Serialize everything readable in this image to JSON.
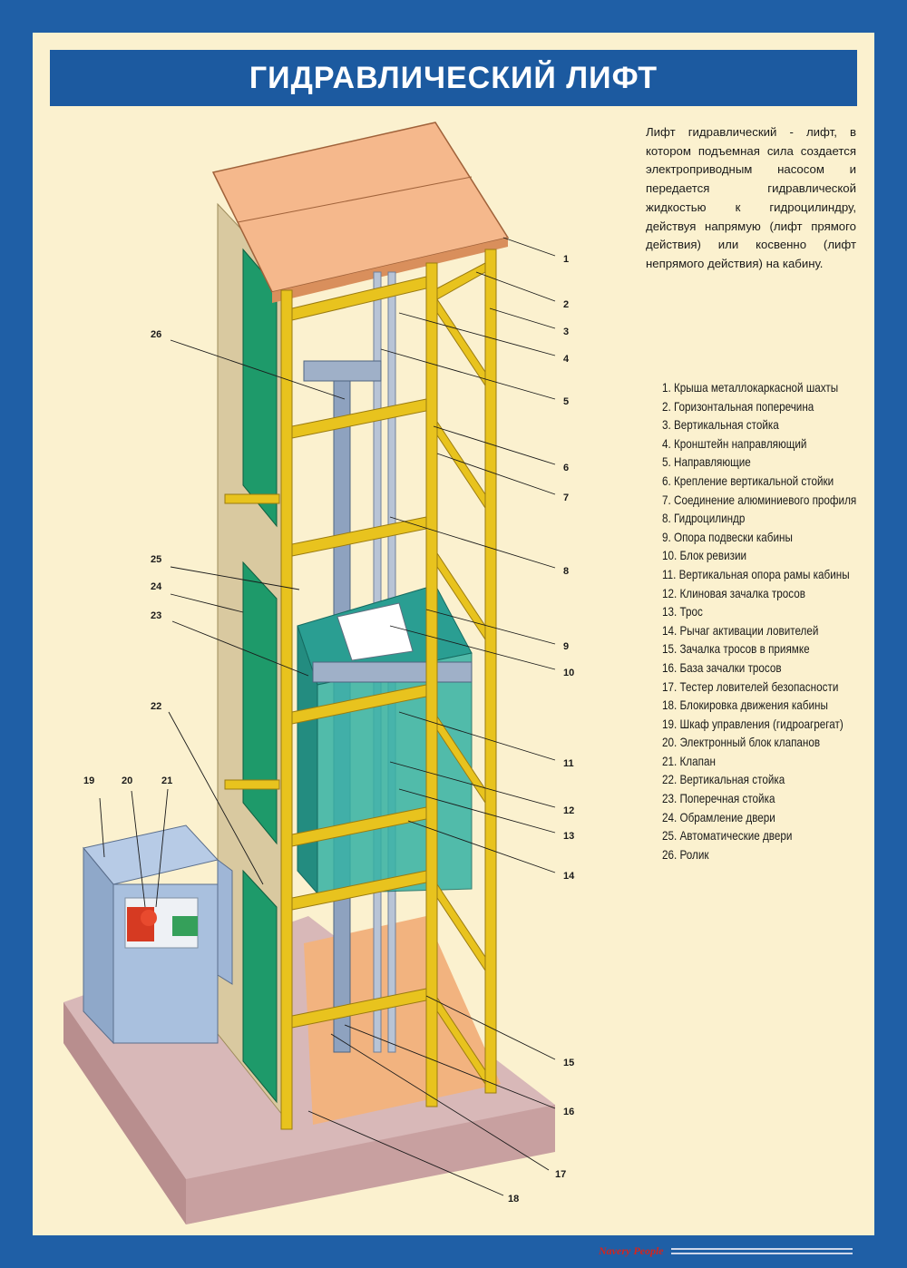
{
  "title": "ГИДРАВЛИЧЕСКИЙ ЛИФТ",
  "intro_text": "Лифт гидравлический - лифт, в котором подъемная сила создается электроприводным насосом и передается гидравлической жидкостью к гидроцилиндру, действуя напрямую (лифт прямого действия) или косвенно (лифт непрямого действия) на кабину.",
  "legend": [
    "1. Крыша металлокаркасной шахты",
    "2. Горизонтальная поперечина",
    "3. Вертикальная стойка",
    "4. Кронштейн направляющий",
    "5. Направляющие",
    "6. Крепление вертикальной стойки",
    "7. Соединение алюминиевого профиля",
    "8. Гидроцилиндр",
    "9. Опора подвески кабины",
    "10. Блок ревизии",
    "11. Вертикальная опора рамы кабины",
    "12. Клиновая зачалка тросов",
    "13. Трос",
    "14. Рычаг активации ловителей",
    "15. Зачалка тросов в приямке",
    "16. База зачалки тросов",
    "17. Тестер ловителей безопасности",
    "18. Блокировка движения кабины",
    "19. Шкаф управления (гидроагрегат)",
    "20. Электронный блок клапанов",
    "21. Клапан",
    "22. Вертикальная стойка",
    "23. Поперечная стойка",
    "24. Обрамление двери",
    "25. Автоматические двери",
    "26. Ролик"
  ],
  "callout_numbers": [
    "1",
    "2",
    "3",
    "4",
    "5",
    "6",
    "7",
    "8",
    "9",
    "10",
    "11",
    "12",
    "13",
    "14",
    "15",
    "16",
    "17",
    "18",
    "19",
    "20",
    "21",
    "22",
    "23",
    "24",
    "25",
    "26"
  ],
  "footer_brand": "Navery People",
  "colors": {
    "frame_blue": "#1f5fa6",
    "background_cream": "#fbf1cf",
    "steel_yellow": "#e8c31e",
    "cabin_teal": "#2a9e92",
    "roof_peach": "#f5b88c",
    "door_green": "#1e9a6a"
  }
}
